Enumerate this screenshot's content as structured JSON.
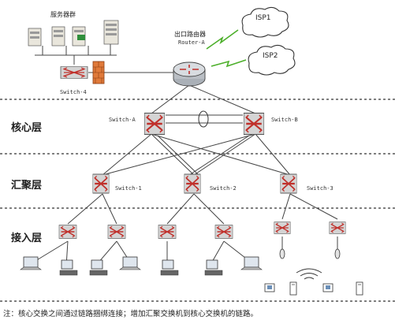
{
  "server_group_label": "服务器群",
  "router_name_cn": "出口路由器",
  "router_name": "Router-A",
  "isp1": "ISP1",
  "isp2": "ISP2",
  "switch4": "Switch-4",
  "layers": {
    "core": "核心层",
    "aggregation": "汇聚层",
    "access": "接入层"
  },
  "core_switches": [
    "Switch-A",
    "Switch-B"
  ],
  "agg_switches": [
    "Switch-1",
    "Switch-2",
    "Switch-3"
  ],
  "note": "注：核心交换之间通过链路捆绑连接；增加汇聚交换机到核心交换机的链路。",
  "colors": {
    "switch_red": "#c0302b",
    "switch_body": "#c9c9c9",
    "router_body": "#b9bec4",
    "firewall": "#e07a3a",
    "lightning": "#4caf2a",
    "server_monitor": "#2f8f3c"
  },
  "icons": [
    "server-icon",
    "router-icon",
    "switch-icon",
    "firewall-icon",
    "cloud-icon",
    "laptop-icon",
    "desktop-icon",
    "access-point-icon",
    "phone-icon"
  ]
}
